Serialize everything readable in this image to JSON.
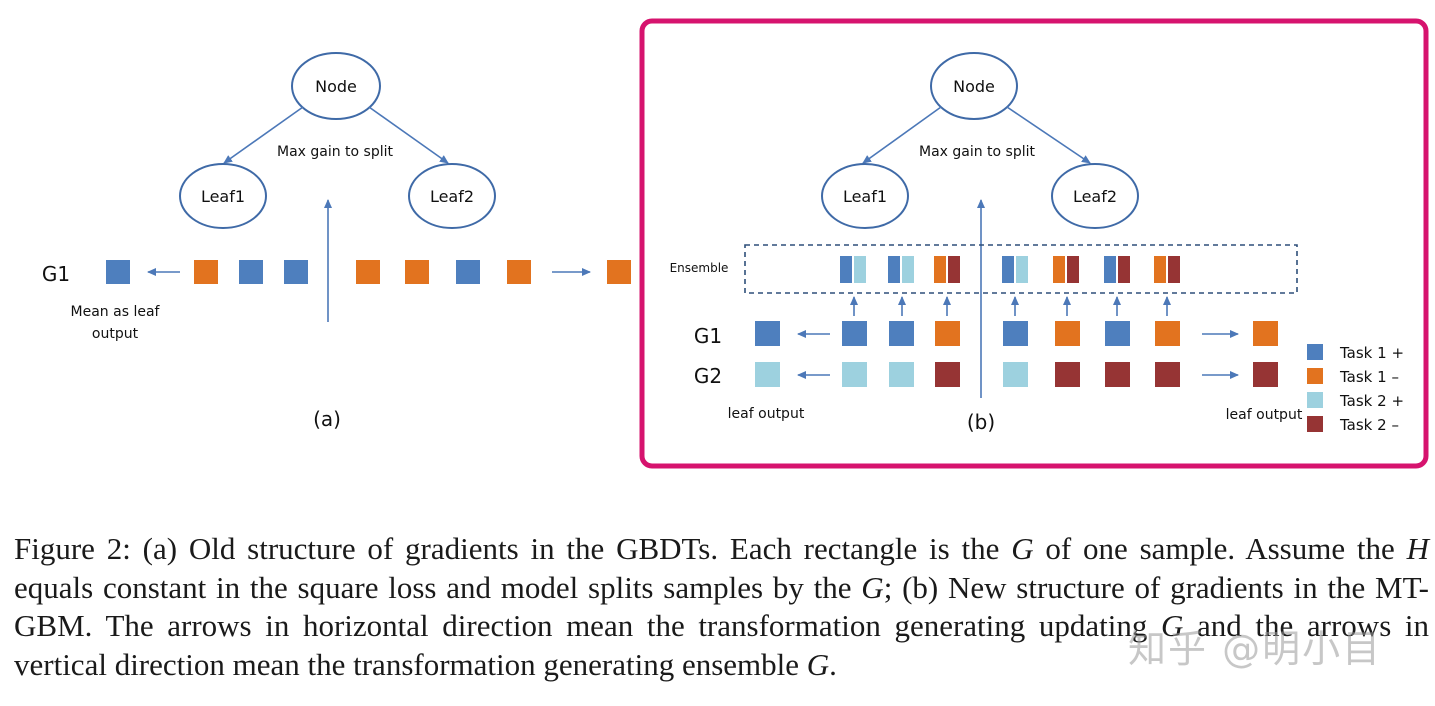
{
  "colors": {
    "task1_pos": "#4e7fbe",
    "task1_neg": "#e2731f",
    "task2_pos": "#9dd1df",
    "task2_neg": "#963434",
    "frame": "#d6136e",
    "node_stroke": "#3f6aa7",
    "arrow": "#4c78b8"
  },
  "panel_a": {
    "node": "Node",
    "split_label": "Max gain to split",
    "leaf1": "Leaf1",
    "leaf2": "Leaf2",
    "row_label": "G1",
    "mean_label_line1": "Mean as leaf",
    "mean_label_line2": "output",
    "caption_tag": "(a)"
  },
  "panel_b": {
    "node": "Node",
    "split_label": "Max gain to split",
    "leaf1": "Leaf1",
    "leaf2": "Leaf2",
    "ensemble_label": "Ensemble",
    "row1_label": "G1",
    "row2_label": "G2",
    "leaf_output_left": "leaf output",
    "leaf_output_right": "leaf output",
    "caption_tag": "(b)"
  },
  "legend": [
    {
      "label": "Task 1 +",
      "color_key": "task1_pos"
    },
    {
      "label": "Task 1 –",
      "color_key": "task1_neg"
    },
    {
      "label": "Task 2 +",
      "color_key": "task2_pos"
    },
    {
      "label": "Task 2 –",
      "color_key": "task2_neg"
    }
  ],
  "caption": {
    "p1": "Figure 2: (a) Old structure of gradients in the GBDTs. Each rectangle is the ",
    "m1": "G",
    "p2": " of one sample. Assume the ",
    "m2": "H",
    "p3": " equals constant in the square loss and model splits samples by the ",
    "m3": "G",
    "p4": "; (b) New structure of gradients in the MT-GBM. The arrows in horizontal direction mean the transformation generating updating ",
    "m4": "G",
    "p5": " and the arrows in vertical direction mean the transformation generating ensemble ",
    "m5": "G",
    "p6": "."
  },
  "watermark": "知乎 @明小目"
}
